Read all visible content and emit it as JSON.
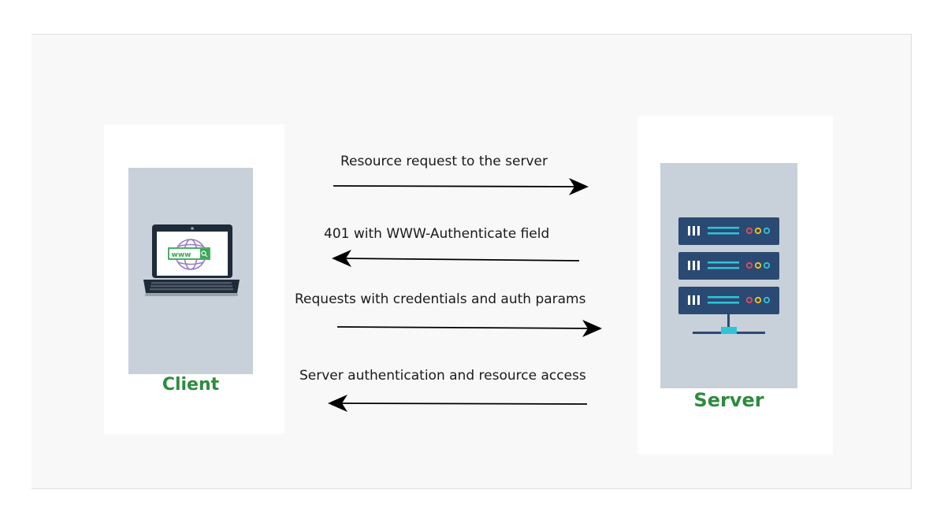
{
  "nodes": {
    "client": {
      "label": "Client",
      "icon": "laptop-globe-icon"
    },
    "server": {
      "label": "Server",
      "icon": "server-rack-icon"
    }
  },
  "messages": [
    {
      "text": "Resource request to the server",
      "direction": "client-to-server"
    },
    {
      "text": "401 with WWW-Authenticate field",
      "direction": "server-to-client"
    },
    {
      "text": "Requests with credentials and auth params",
      "direction": "client-to-server"
    },
    {
      "text": "Server authentication and resource access",
      "direction": "server-to-client"
    }
  ],
  "icon_text": {
    "url_bar": "www"
  },
  "colors": {
    "label_green": "#2e8b3f",
    "panel": "#c8d0da",
    "server_unit": "#2b4a73",
    "accent_cyan": "#2fc4d8"
  }
}
